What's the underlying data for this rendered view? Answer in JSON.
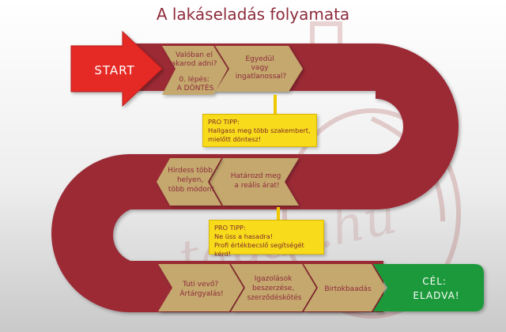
{
  "title": "A lakáseladás folyamata",
  "start_label": "START",
  "goal_label_line1": "CÉL:",
  "goal_label_line2": "ELADVA!",
  "steps": [
    {
      "lines": [
        "Valóban el",
        "akarod adni?"
      ]
    },
    {
      "lines": [
        "0. lépés:",
        "A DÖNTÉS"
      ]
    },
    {
      "lines": [
        "Egyedül",
        "vagy",
        "ingatlanossal?"
      ]
    },
    {
      "lines": [
        "Hirdess több",
        "helyen,",
        "több módon!"
      ]
    },
    {
      "lines": [
        "Határozd meg",
        "a reális árat!"
      ]
    },
    {
      "lines": [
        "Tuti vevő?",
        "Ártárgyalás!"
      ]
    },
    {
      "lines": [
        "Igazolások",
        "beszerzése,",
        "szerződéskötés"
      ]
    },
    {
      "lines": [
        "Birtokbaadás"
      ]
    }
  ],
  "tips": [
    {
      "head": "PRO TIPP:",
      "line1": "Hallgass meg több szakembert,",
      "line2": "mielőtt döntesz!"
    },
    {
      "head": "PRO TIPP:",
      "line1": "Ne üss a hasadra!",
      "line2": "Profi értékbecslő segítségét kérd!"
    }
  ],
  "watermark": "tágas.hu",
  "colors": {
    "road": "#9b2a36",
    "step": "#c4a86e",
    "step_text": "#8e2b3b",
    "start": "#e52b25",
    "goal": "#1f9a3a",
    "tip": "#f8dc1c"
  }
}
